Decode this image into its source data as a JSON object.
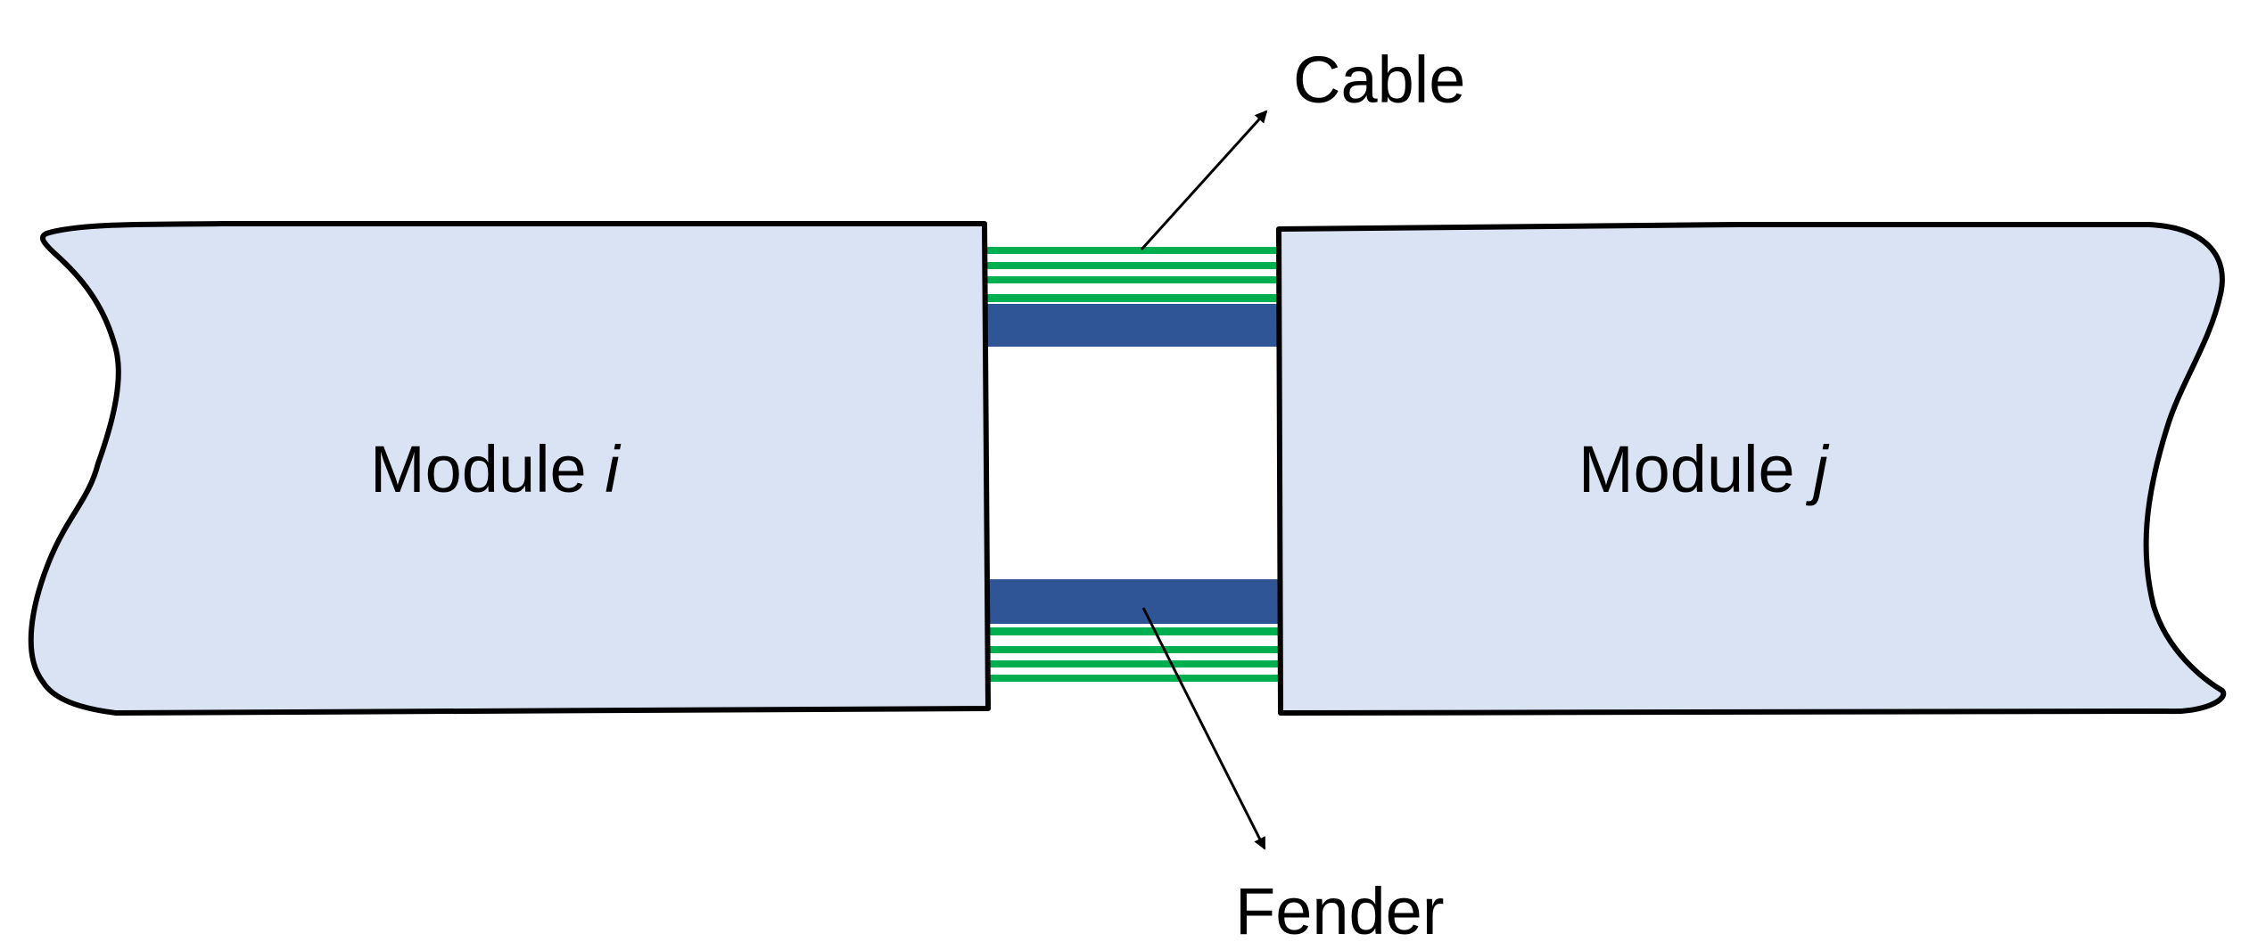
{
  "labels": {
    "cable": "Cable",
    "fender": "Fender",
    "module_i": {
      "text": "Module ",
      "var": "i"
    },
    "module_j": {
      "text": "Module ",
      "var": "j"
    }
  },
  "colors": {
    "module_fill": "#dae3f3",
    "outline": "#000000",
    "fender": "#2f5597",
    "cable": "#00b050",
    "background": "#ffffff"
  }
}
